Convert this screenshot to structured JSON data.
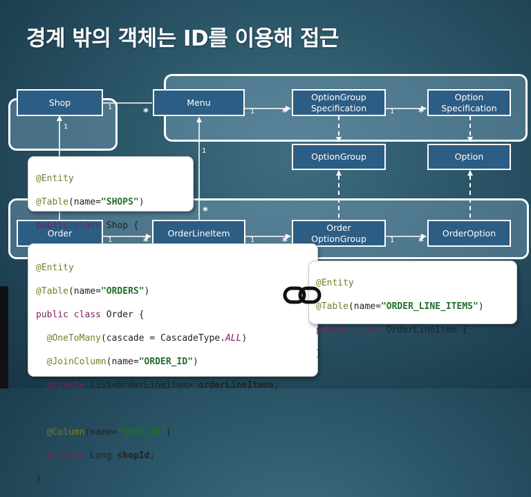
{
  "title": "경계 밖의 객체는 ID를 이용해 접근",
  "boxes": {
    "shop": "Shop",
    "menu": "Menu",
    "option_group_spec": "OptionGroup\nSpecification",
    "option_spec": "Option\nSpecification",
    "option_group": "OptionGroup",
    "option": "Option",
    "order": "Order",
    "order_line_item": "OrderLineItem",
    "order_option_group": "Order\nOptionGroup",
    "order_option": "OrderOption"
  },
  "multiplicities": {
    "shop_menu_1": "1",
    "shop_menu_star": "*",
    "menu_ogs_1": "1",
    "menu_ogs_star": "*",
    "ogs_os_1": "1",
    "ogs_os_star": "*",
    "shop_down_1": "1",
    "menu_down_1": "1",
    "oli_top_star": "*",
    "order_oli_1": "1",
    "order_oli_star": "*",
    "oli_oog_1": "1",
    "oli_oog_star": "*",
    "oog_oo_1": "1",
    "oog_oo_star": "*"
  },
  "code_shop": {
    "l1_ann": "@Entity",
    "l2_ann": "@Table",
    "l2_a": "(name=",
    "l2_str": "\"SHOPS\"",
    "l2_b": ")",
    "l3_kw": "public class",
    "l3_rest": " Shop {",
    "l4": "}"
  },
  "code_order": {
    "l1_ann": "@Entity",
    "l2_ann": "@Table",
    "l2_a": "(name=",
    "l2_str": "\"ORDERS\"",
    "l2_b": ")",
    "l3_kw": "public class",
    "l3_rest": " Order {",
    "l4_ann": "@OneToMany",
    "l4_a": "(cascade = CascadeType.",
    "l4_enum": "ALL",
    "l4_b": ")",
    "l5_ann": "@JoinColumn",
    "l5_a": "(name=",
    "l5_str": "\"ORDER_ID\"",
    "l5_b": ")",
    "l6_kw": "private",
    "l6_a": " List<OrderLineItem> ",
    "l6_fld": "orderLineItems",
    "l6_b": ";",
    "l8_ann": "@Column",
    "l8_a": "(name=",
    "l8_str": "\"SHOP_ID\"",
    "l8_b": ")",
    "l9_kw": "private",
    "l9_a": " Long ",
    "l9_fld": "shopId",
    "l9_b": ";",
    "l10": "}"
  },
  "code_oli": {
    "l1_ann": "@Entity",
    "l2_ann": "@Table",
    "l2_a": "(name=",
    "l2_str": "\"ORDER_LINE_ITEMS\"",
    "l2_b": ")",
    "l3_kw": "public class",
    "l3_rest": " OrderLineItem {",
    "l4": "}"
  },
  "icons": {
    "link": "chain-link-icon"
  }
}
